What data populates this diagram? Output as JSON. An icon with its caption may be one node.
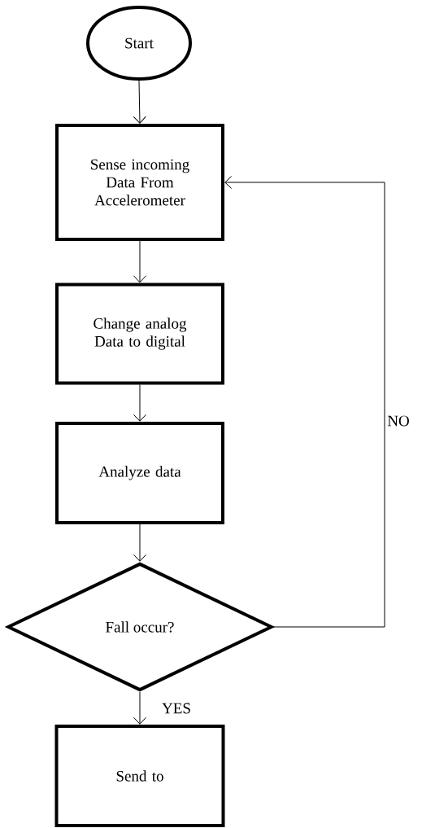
{
  "diagram": {
    "nodes": [
      {
        "text": [
          "Start"
        ]
      },
      {
        "text": [
          "Sense incoming Data From Accelerometer"
        ]
      },
      {
        "text": [
          "Change analog Data to digital"
        ]
      },
      {
        "text": [
          "Analyze data"
        ]
      },
      {
        "text": [
          "Fall occur?"
        ]
      },
      {
        "text": [
          "Send to"
        ]
      }
    ],
    "edges": [
      {
        "from": 0,
        "to": 1,
        "arrow": "to"
      },
      {
        "from": 1,
        "to": 2,
        "arrow": "to"
      },
      {
        "from": 2,
        "to": 3,
        "arrow": "to"
      },
      {
        "from": 3,
        "to": 4,
        "arrow": "to"
      },
      {
        "from": 4,
        "to": 5,
        "arrow": "to",
        "label": "YES"
      },
      {
        "from": 4,
        "to": 1,
        "arrow": "to",
        "label": "NO"
      }
    ]
  }
}
